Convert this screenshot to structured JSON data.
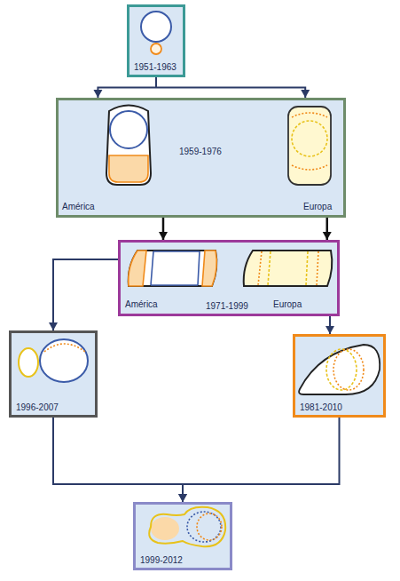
{
  "diagram": {
    "nodes": [
      {
        "text": [
          "1951-1963"
        ]
      },
      {
        "text": [
          "América",
          "1959-1976",
          "Europa"
        ]
      },
      {
        "text": [
          "América",
          "1971-1999",
          "Europa"
        ]
      },
      {
        "text": [
          "1996-2007"
        ]
      },
      {
        "text": [
          "1981-2010"
        ]
      },
      {
        "text": [
          "1999-2012"
        ]
      }
    ],
    "edges": [
      {
        "from": 0,
        "to": 1,
        "arrow": "to"
      },
      {
        "from": 1,
        "to": 2,
        "arrow": "to"
      },
      {
        "from": 1,
        "to": 2,
        "arrow": "to"
      },
      {
        "from": 2,
        "to": 3,
        "arrow": "to"
      },
      {
        "from": 2,
        "to": 4,
        "arrow": "to"
      },
      {
        "from": 3,
        "to": 5,
        "arrow": "to"
      },
      {
        "from": 4,
        "to": 5,
        "arrow": "to"
      }
    ]
  }
}
